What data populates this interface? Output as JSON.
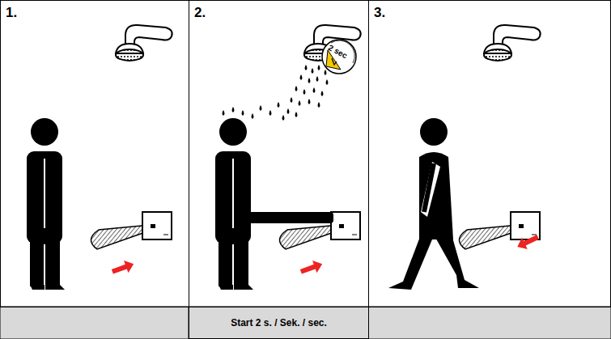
{
  "diagram": {
    "nodes": [
      {
        "text": [
          "1."
        ]
      },
      {
        "text": [
          "2."
        ]
      },
      {
        "text": [
          "2 sec"
        ],
        "in": 1
      },
      {
        "text": [
          "3."
        ]
      },
      {
        "text": [
          "Start 2 s. / Sek. / sec."
        ]
      }
    ]
  }
}
